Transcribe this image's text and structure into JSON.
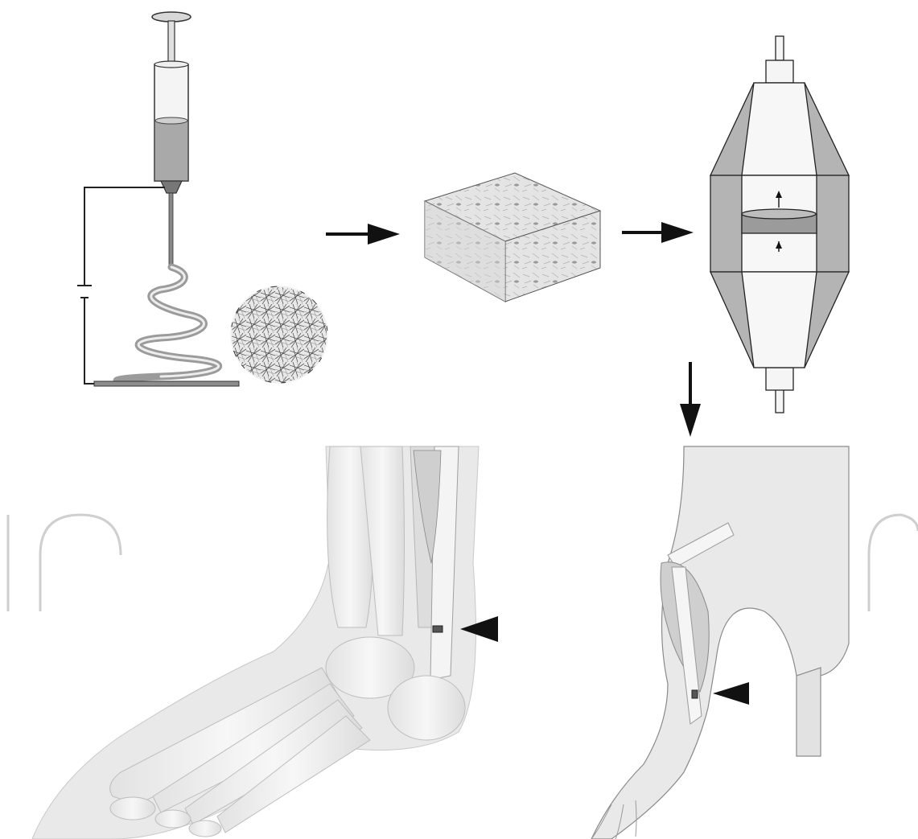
{
  "figure": {
    "panels": [
      {
        "name": "electrospinning",
        "icon": "syringe-electrospinning-icon"
      },
      {
        "name": "cell-seeded-scaffold",
        "icon": "scaffold-block-icon"
      },
      {
        "name": "compression-bioreactor",
        "icon": "bioreactor-icon"
      },
      {
        "name": "human-ankle-implant",
        "icon": "ankle-skeleton-icon"
      },
      {
        "name": "animal-hindlimb-implant",
        "icon": "hindlimb-icon"
      }
    ],
    "flow": [
      "electrospinning",
      "cell-seeded-scaffold",
      "compression-bioreactor",
      "animal-hindlimb-implant"
    ],
    "colors": {
      "line": "#222222",
      "dark_gray": "#8a8a8a",
      "mid_gray": "#b9b9b9",
      "light_gray": "#dcdcdc",
      "bone": "#f1f1f1",
      "skin": "#e6e6e6",
      "watermark": "#c8c8c8"
    }
  }
}
